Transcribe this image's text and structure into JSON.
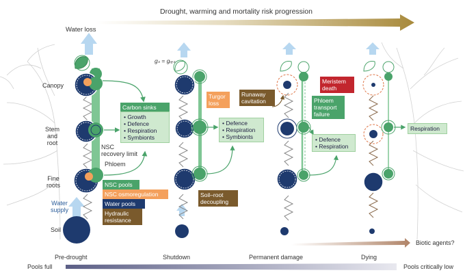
{
  "header": {
    "progression_title": "Drought, warming and mortality risk progression"
  },
  "left_labels": {
    "water_loss": "Water loss",
    "canopy": "Canopy",
    "stem_root": [
      "Stem",
      "and",
      "root"
    ],
    "fine_roots": [
      "Fine",
      "roots"
    ],
    "water_supply": [
      "Water",
      "supply"
    ],
    "soil": "Soil"
  },
  "stage1": {
    "carbon_sinks_title": "Carbon sinks",
    "carbon_sinks_items": [
      "Growth",
      "Defence",
      "Respiration",
      "Symbionts"
    ],
    "nsc_recovery": [
      "NSC",
      "recovery limit"
    ],
    "phloem": "Phloem"
  },
  "legend": {
    "nsc_pools": "NSC pools",
    "nsc_osmoregulation": "NSC osmoregulation",
    "water_pools": "Water pools",
    "hydraulic_resistance": [
      "Hydraulic",
      "resistance"
    ]
  },
  "stage2": {
    "gs_label": "gₛ = gᵣₑₛ",
    "turgor_loss": [
      "Turgor",
      "loss"
    ],
    "sinks_items": [
      "Defence",
      "Respiration",
      "Symbionts"
    ],
    "soil_root": [
      "Soil–root",
      "decoupling"
    ]
  },
  "stage3": {
    "runaway": [
      "Runaway",
      "cavitation"
    ],
    "phloem_failure": [
      "Phloem",
      "transport",
      "failure"
    ],
    "sinks_items": [
      "Defence",
      "Respiration"
    ]
  },
  "stage4": {
    "meristem": [
      "Meristem",
      "death"
    ],
    "respiration": "Respiration"
  },
  "bottom": {
    "biotic_agents": "Biotic agents?",
    "stages": [
      "Pre-drought",
      "Shutdown",
      "Permanent damage",
      "Dying"
    ],
    "pools_full": "Pools full",
    "pools_low": "Pools critically low"
  },
  "colors": {
    "navy": "#1e3a6e",
    "green_dark": "#4aa36a",
    "green_light": "#cfe9cf",
    "orange": "#f4a05c",
    "brown": "#7a5a2c",
    "red": "#c2262e",
    "water_arrow": "#b7d7f0",
    "gradient_arrow": "#a88a3c"
  }
}
